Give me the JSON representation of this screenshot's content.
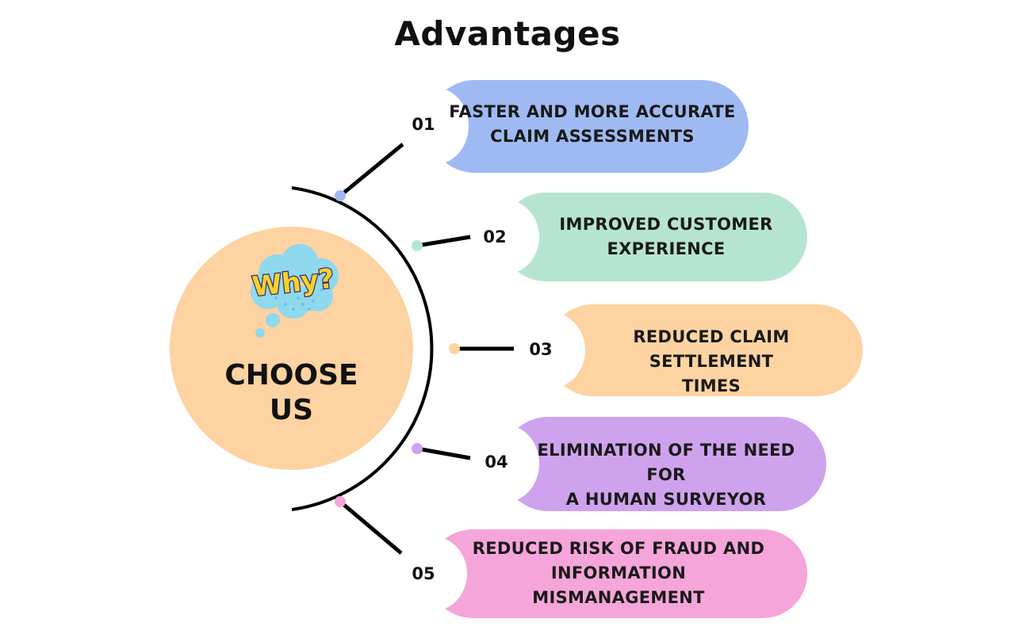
{
  "title": "Advantages",
  "center": {
    "line1": "CHOOSE",
    "line2": "US",
    "badge_text": "Why?",
    "badge_icon": "why-thought-cloud-icon"
  },
  "colors": {
    "blue": "#9fbaf2",
    "green": "#b5e5d1",
    "orange": "#fdd3a2",
    "purple": "#cfa2ee",
    "pink": "#f5a5d9"
  },
  "items": [
    {
      "number": "01",
      "line1": "FASTER AND MORE ACCURATE",
      "line2": "CLAIM ASSESSMENTS",
      "line3": ""
    },
    {
      "number": "02",
      "line1": "IMPROVED CUSTOMER",
      "line2": "EXPERIENCE",
      "line3": ""
    },
    {
      "number": "03",
      "line1": "REDUCED CLAIM SETTLEMENT",
      "line2": "TIMES",
      "line3": ""
    },
    {
      "number": "04",
      "line1": "ELIMINATION OF THE NEED FOR",
      "line2": "A HUMAN SURVEYOR",
      "line3": ""
    },
    {
      "number": "05",
      "line1": "REDUCED RISK OF FRAUD AND",
      "line2": "INFORMATION",
      "line3": "MISMANAGEMENT"
    }
  ]
}
